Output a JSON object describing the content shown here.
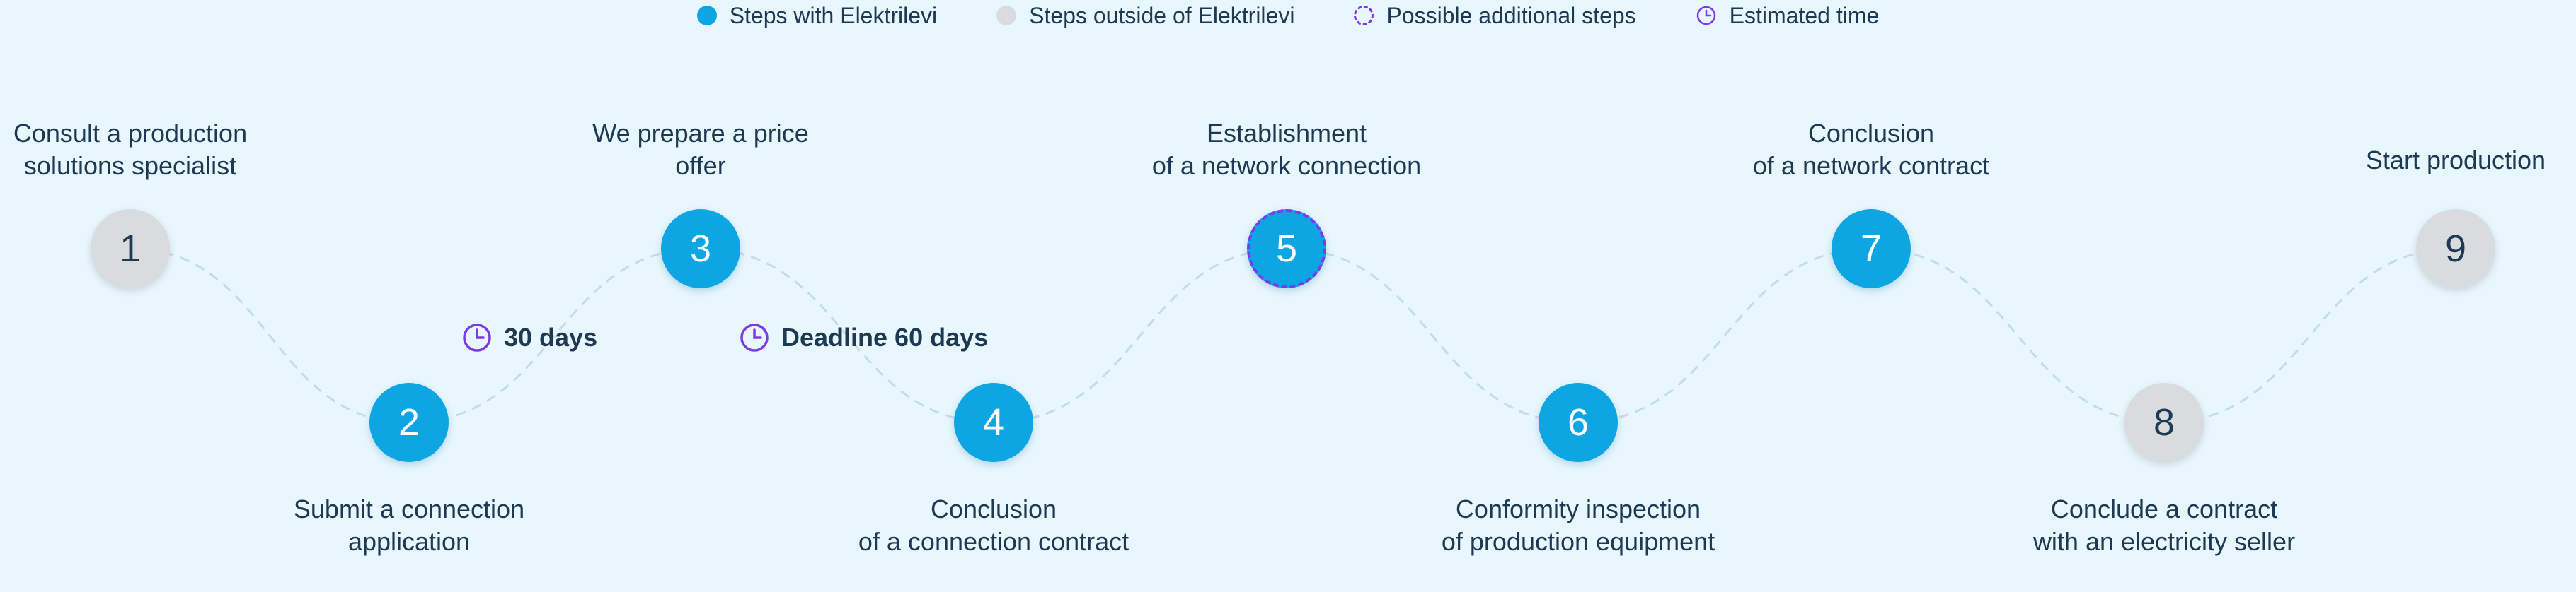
{
  "colors": {
    "elektrilevi_step": "#0ea5e3",
    "outside_step": "#d9dcdf",
    "accent_purple": "#7c3aed",
    "path": "#c7dbe5",
    "text": "#1e3a52",
    "background": "#e8f6fd"
  },
  "legend": [
    {
      "label": "Steps with Elektrilevi",
      "marker": "filled-blue-circle"
    },
    {
      "label": "Steps outside of Elektrilevi",
      "marker": "filled-grey-circle"
    },
    {
      "label": "Possible additional steps",
      "marker": "dashed-purple-circle"
    },
    {
      "label": "Estimated time",
      "marker": "clock-icon"
    }
  ],
  "steps": [
    {
      "number": "1",
      "kind": "outside",
      "dashed": false,
      "label": [
        "Consult a production",
        "solutions specialist"
      ]
    },
    {
      "number": "2",
      "kind": "elektrilevi",
      "dashed": false,
      "label": [
        "Submit a connection",
        "application"
      ]
    },
    {
      "number": "3",
      "kind": "elektrilevi",
      "dashed": false,
      "label": [
        "We prepare a price",
        "offer"
      ]
    },
    {
      "number": "4",
      "kind": "elektrilevi",
      "dashed": false,
      "label": [
        "Conclusion",
        "of a connection contract"
      ]
    },
    {
      "number": "5",
      "kind": "elektrilevi",
      "dashed": true,
      "label": [
        "Establishment",
        "of a network connection"
      ]
    },
    {
      "number": "6",
      "kind": "elektrilevi",
      "dashed": false,
      "label": [
        "Conformity inspection",
        "of production equipment"
      ]
    },
    {
      "number": "7",
      "kind": "elektrilevi",
      "dashed": false,
      "label": [
        "Conclusion",
        "of a network contract"
      ]
    },
    {
      "number": "8",
      "kind": "outside",
      "dashed": false,
      "label": [
        "Conclude a contract",
        "with an electricity seller"
      ]
    },
    {
      "number": "9",
      "kind": "outside",
      "dashed": false,
      "label": [
        "Start production"
      ]
    }
  ],
  "times": [
    {
      "text": "30 days",
      "icon": "clock-icon"
    },
    {
      "text": "Deadline 60 days",
      "icon": "clock-icon"
    }
  ]
}
